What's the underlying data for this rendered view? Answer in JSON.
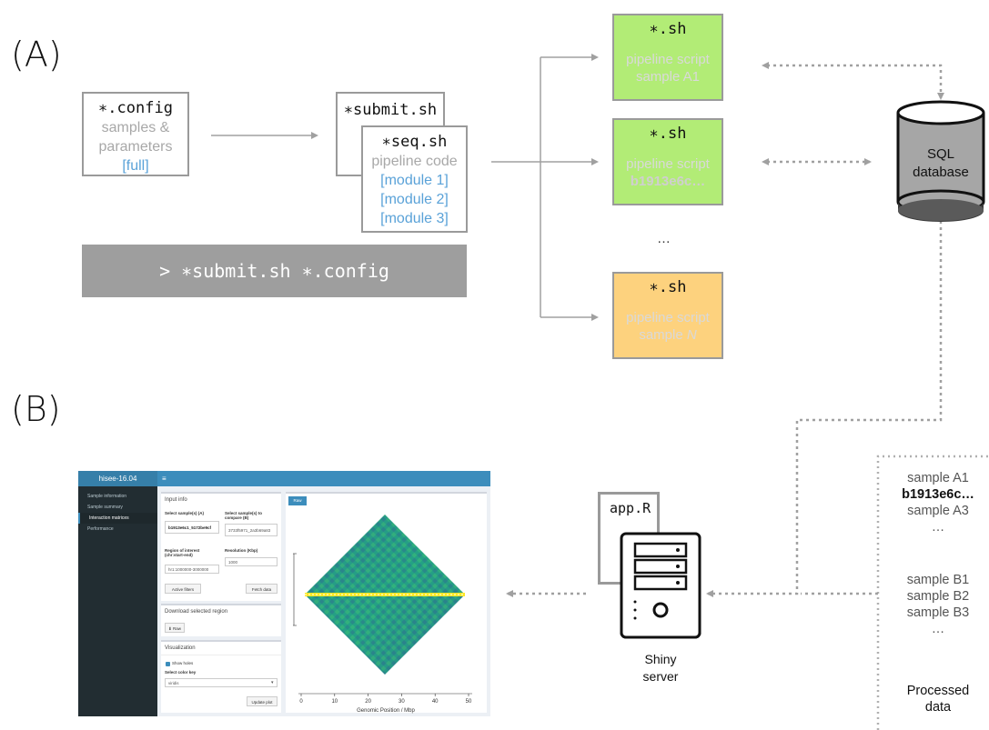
{
  "panels": {
    "a": "(A)",
    "b": "(B)"
  },
  "config_box": {
    "file": "∗.config",
    "line1": "samples &",
    "line2": "parameters",
    "link": "[full]"
  },
  "submit_box": {
    "file": "∗submit.sh"
  },
  "seq_box": {
    "file": "∗seq.sh",
    "line1": "pipeline code",
    "modules": [
      "[module 1]",
      "[module 2]",
      "[module 3]"
    ]
  },
  "command": "> ∗submit.sh ∗.config",
  "scripts": [
    {
      "file": "∗.sh",
      "line1": "pipeline script",
      "line2": "sample A1",
      "color": "#b2ec76"
    },
    {
      "file": "∗.sh",
      "line1": "pipeline script",
      "line2": "b1913e6c…",
      "color": "#b2ec76"
    },
    {
      "file": "∗.sh",
      "line1": "pipeline script",
      "line2_pre": "sample ",
      "line2_em": "N",
      "color": "#fdd27e"
    }
  ],
  "ellipsis": "…",
  "database": {
    "line1": "SQL",
    "line2": "database"
  },
  "server": {
    "file": "app.R",
    "line1": "Shiny",
    "line2": "server"
  },
  "samples_a": [
    "sample A1",
    "b1913e6c…",
    "sample A3",
    "…"
  ],
  "samples_b": [
    "sample B1",
    "sample B2",
    "sample B3",
    "…"
  ],
  "processed": {
    "line1": "Processed",
    "line2": "data"
  },
  "app": {
    "brand": "hisee-16.04",
    "menu_icon": "≡",
    "nav": [
      "Sample information",
      "Sample summary",
      "Interaction matrices",
      "Performance"
    ],
    "input_title": "Input info",
    "sample_a_label": "Select sample(s) (A)",
    "sample_a_value": "b1913e6c1_5172be9cf",
    "sample_b_label": "Select sample(s) to compare (B)",
    "sample_b_value": "3733f5971_2a3b69a83",
    "region_label": "Region of interest (chr:start-end)",
    "region_value": "hr1:1000000-3000000",
    "resolution_label": "Resolution (Kbp)",
    "resolution_value": "1000",
    "active_filters": "Active filters",
    "fetch_data": "Fetch data",
    "download_title": "Download selected region",
    "download_btn": "⬇ Raw",
    "vis_title": "Visualization",
    "show_holes": "Show holes",
    "color_label": "Select color key",
    "color_value": "viridis",
    "update_plot": "Update plot",
    "tab": "Raw",
    "xaxis_label": "Genomic Position / Mbp",
    "xticks": [
      "0",
      "10",
      "20",
      "30",
      "40",
      "50"
    ]
  },
  "colors": {
    "box_border": "#9a9a9a",
    "blue_link": "#5aa2d8",
    "green": "#b2ec76",
    "orange": "#fdd27e",
    "cmd_bg": "#9e9e9e"
  }
}
